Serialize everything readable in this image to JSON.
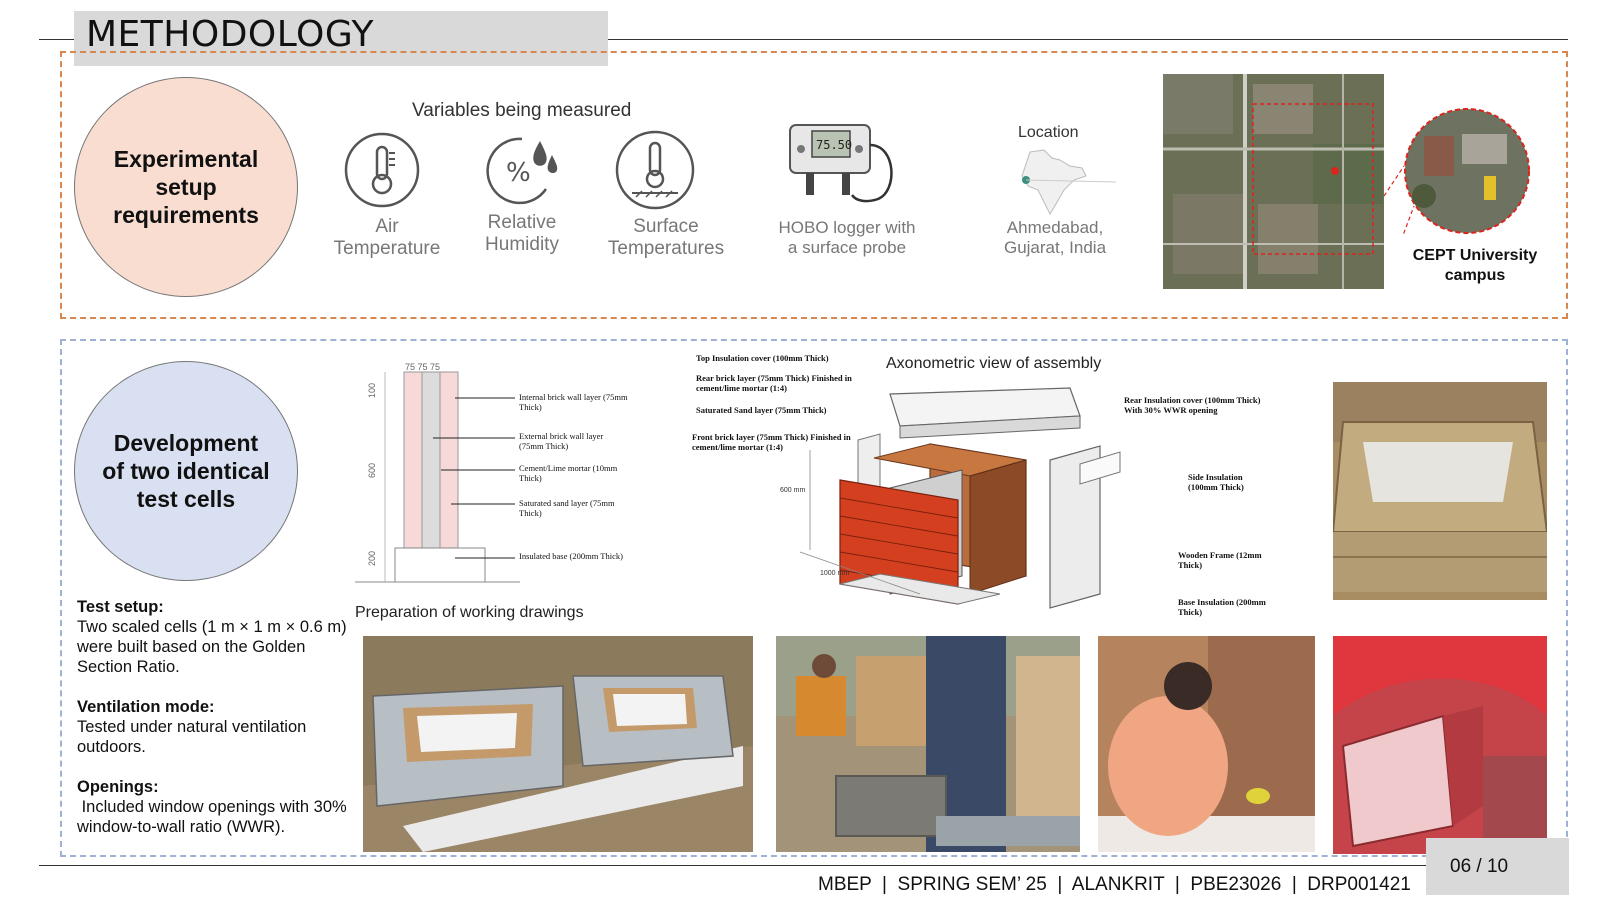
{
  "header": {
    "title": "METHODOLOGY"
  },
  "section1": {
    "circle_title": "Experimental setup requirements",
    "variables_heading": "Variables being measured",
    "variables": [
      {
        "icon": "thermometer-icon",
        "label_line1": "Air",
        "label_line2": "Temperature"
      },
      {
        "icon": "humidity-icon",
        "label_line1": "Relative",
        "label_line2": "Humidity"
      },
      {
        "icon": "surface-thermometer-icon",
        "label_line1": "Surface",
        "label_line2": "Temperatures"
      }
    ],
    "logger": {
      "display_value": "75.50",
      "label_line1": "HOBO logger with",
      "label_line2": "a surface probe"
    },
    "location": {
      "heading": "Location",
      "label_line1": "Ahmedabad,",
      "label_line2": "Gujarat, India"
    },
    "campus_label_line1": "CEPT University",
    "campus_label_line2": "campus"
  },
  "section2": {
    "circle_title": "Development of two identical test cells",
    "drawing_caption": "Preparation of working drawings",
    "axonometric_title": "Axonometric view of assembly",
    "wall_dims": {
      "top": "75 75 75",
      "d1": "100",
      "d2": "600",
      "d3": "200"
    },
    "wall_labels": [
      "Internal brick wall layer (75mm Thick)",
      "External brick wall layer (75mm Thick)",
      "Cement/Lime mortar (10mm Thick)",
      "Saturated sand layer (75mm Thick)",
      "Insulated base (200mm Thick)"
    ],
    "axo_labels_left": [
      "Top Insulation cover (100mm Thick)",
      "Rear brick layer (75mm Thick) Finished in cement/lime mortar (1:4)",
      "Saturated Sand layer (75mm Thick)",
      "Front brick layer (75mm Thick) Finished in cement/lime mortar (1:4)"
    ],
    "axo_labels_right": [
      "Rear Insulation cover (100mm Thick) With 30% WWR opening",
      "Side Insulation (100mm Thick)",
      "Wooden Frame (12mm Thick)",
      "Base Insulation (200mm Thick)"
    ],
    "axo_dims": {
      "height": "600 mm",
      "width": "1000 mm"
    },
    "test_setup": {
      "heading": "Test setup:",
      "text": "Two scaled cells (1 m × 1 m × 0.6 m) were built based on the Golden Section Ratio."
    },
    "ventilation": {
      "heading": "Ventilation mode:",
      "text": "Tested under natural ventilation outdoors."
    },
    "openings": {
      "heading": "Openings:",
      "text": " Included window openings with 30% window-to-wall ratio (WWR)."
    }
  },
  "footer": {
    "text": "MBEP  |  SPRING SEM’ 25  |  ALANKRIT  |  PBE23026  |  DRP001421",
    "page": "06 / 10"
  },
  "colors": {
    "orange_border": "#d9874e",
    "blue_border": "#9fb2d6",
    "peach_fill": "#f8ddd0",
    "blue_fill": "#d8e0f1",
    "brick": "#d4401f",
    "title_box": "#d9d9d9"
  }
}
